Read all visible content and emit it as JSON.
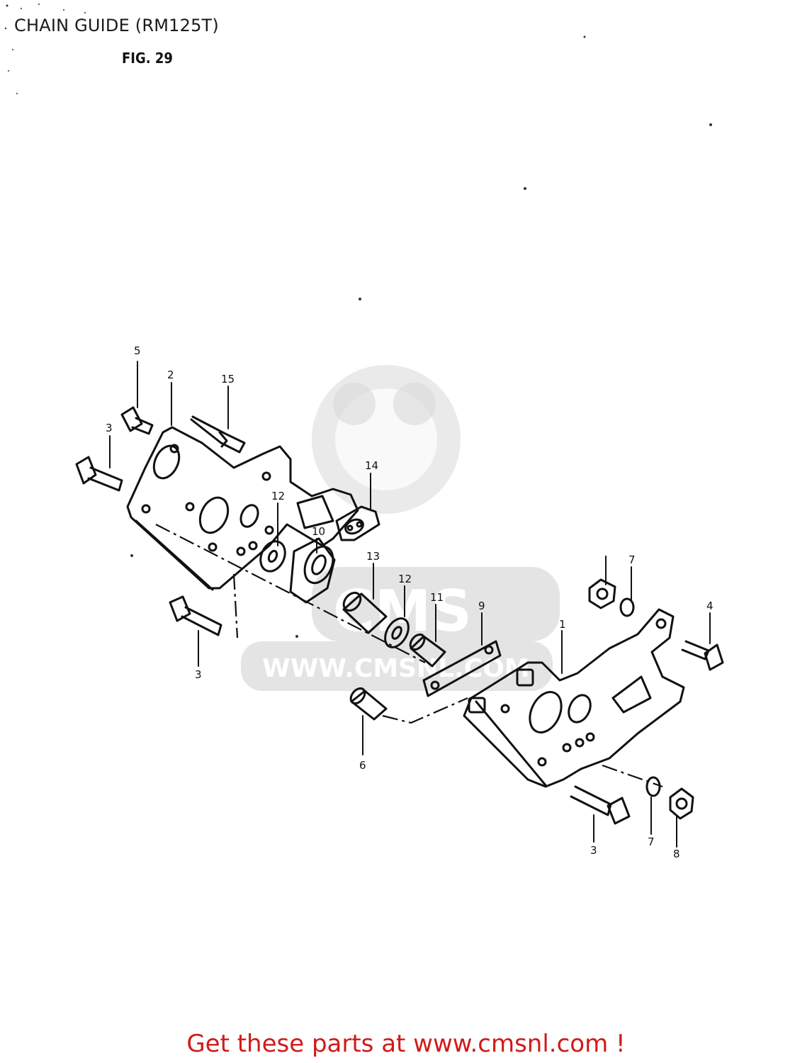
{
  "header": {
    "title": "CHAIN GUIDE (RM125T)",
    "figure_label": "FIG. 29"
  },
  "watermark": {
    "brand": "CMS",
    "url": "WWW.CMSNL.COM"
  },
  "callouts": {
    "c1": "1",
    "c2": "2",
    "c3a": "3",
    "c3b": "3",
    "c3c": "3",
    "c4": "4",
    "c5": "5",
    "c6": "6",
    "c7a": "7",
    "c7b": "7",
    "c8": "8",
    "c9": "9",
    "c10": "10",
    "c11": "11",
    "c12a": "12",
    "c12b": "12",
    "c13": "13",
    "c14": "14",
    "c15": "15"
  },
  "footer": {
    "link_text": "Get these parts at www.cmsnl.com !"
  },
  "colors": {
    "footer_link": "#d11a1a",
    "line_art": "#111111",
    "watermark": "#d9d9d9"
  }
}
